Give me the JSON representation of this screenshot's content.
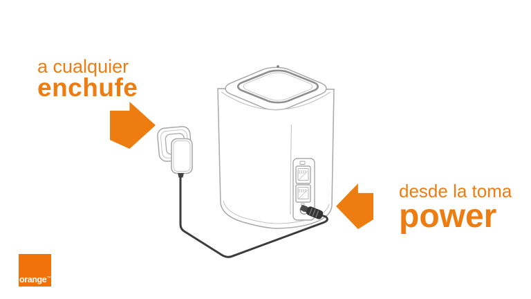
{
  "page": {
    "background": "#ffffff"
  },
  "colors": {
    "accent_orange": "#ee7d11",
    "logo_orange": "#f17208",
    "line_gray": "#a8a8a8",
    "cable_dark": "#3c3c3c"
  },
  "captions": {
    "outlet": {
      "line1": "a cualquier",
      "line2": "enchufe"
    },
    "power": {
      "line1": "desde la toma",
      "line2": "power"
    }
  },
  "logo": {
    "text": "orange",
    "trademark": "™"
  }
}
